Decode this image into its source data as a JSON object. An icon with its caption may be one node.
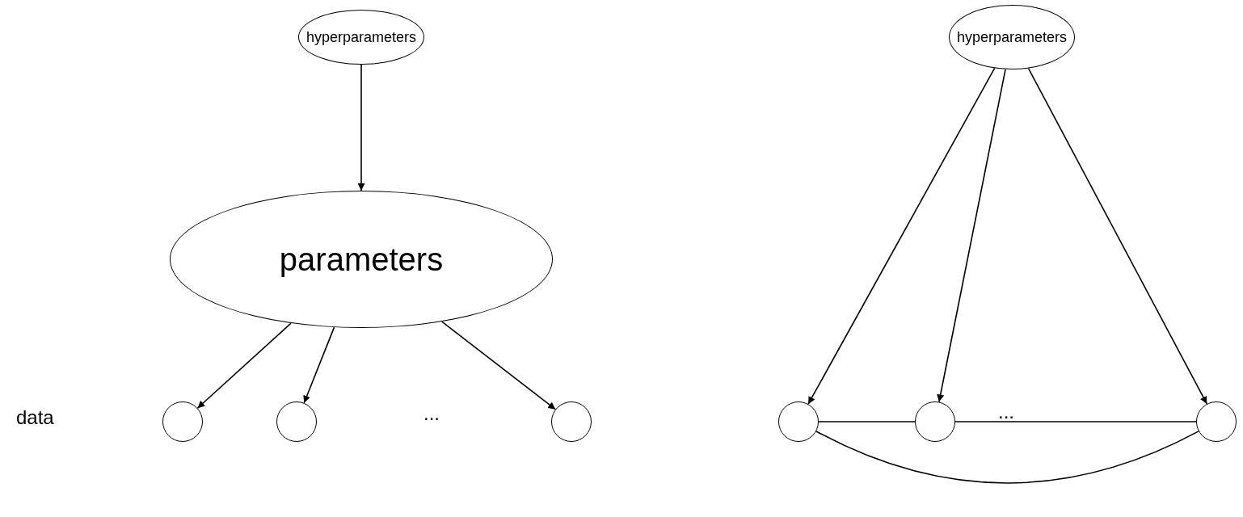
{
  "diagram": {
    "nodes": [
      {
        "text": [
          "hyperparameters"
        ]
      },
      {
        "text": [
          "parameters"
        ]
      },
      {
        "text": [],
        "shape": "circle"
      },
      {
        "text": [],
        "shape": "circle"
      },
      {
        "text": [],
        "shape": "circle"
      },
      {
        "text": [
          "hyperparameters"
        ]
      },
      {
        "text": [],
        "shape": "circle"
      },
      {
        "text": [],
        "shape": "circle"
      },
      {
        "text": [],
        "shape": "circle"
      }
    ],
    "edges": [
      {
        "from": 0,
        "to": 1,
        "arrow": "to"
      },
      {
        "from": 1,
        "to": 2,
        "arrow": "to"
      },
      {
        "from": 1,
        "to": 3,
        "arrow": "to"
      },
      {
        "from": 1,
        "to": 4,
        "arrow": "to"
      },
      {
        "from": 5,
        "to": 6,
        "arrow": "to"
      },
      {
        "from": 5,
        "to": 7,
        "arrow": "to"
      },
      {
        "from": 5,
        "to": 8,
        "arrow": "to"
      },
      {
        "from": 6,
        "to": 7,
        "arrow": "none"
      },
      {
        "from": 7,
        "to": 8,
        "arrow": "none"
      },
      {
        "from": 6,
        "to": 8,
        "arrow": "none"
      }
    ],
    "labels": [
      "data",
      "...",
      "..."
    ]
  }
}
